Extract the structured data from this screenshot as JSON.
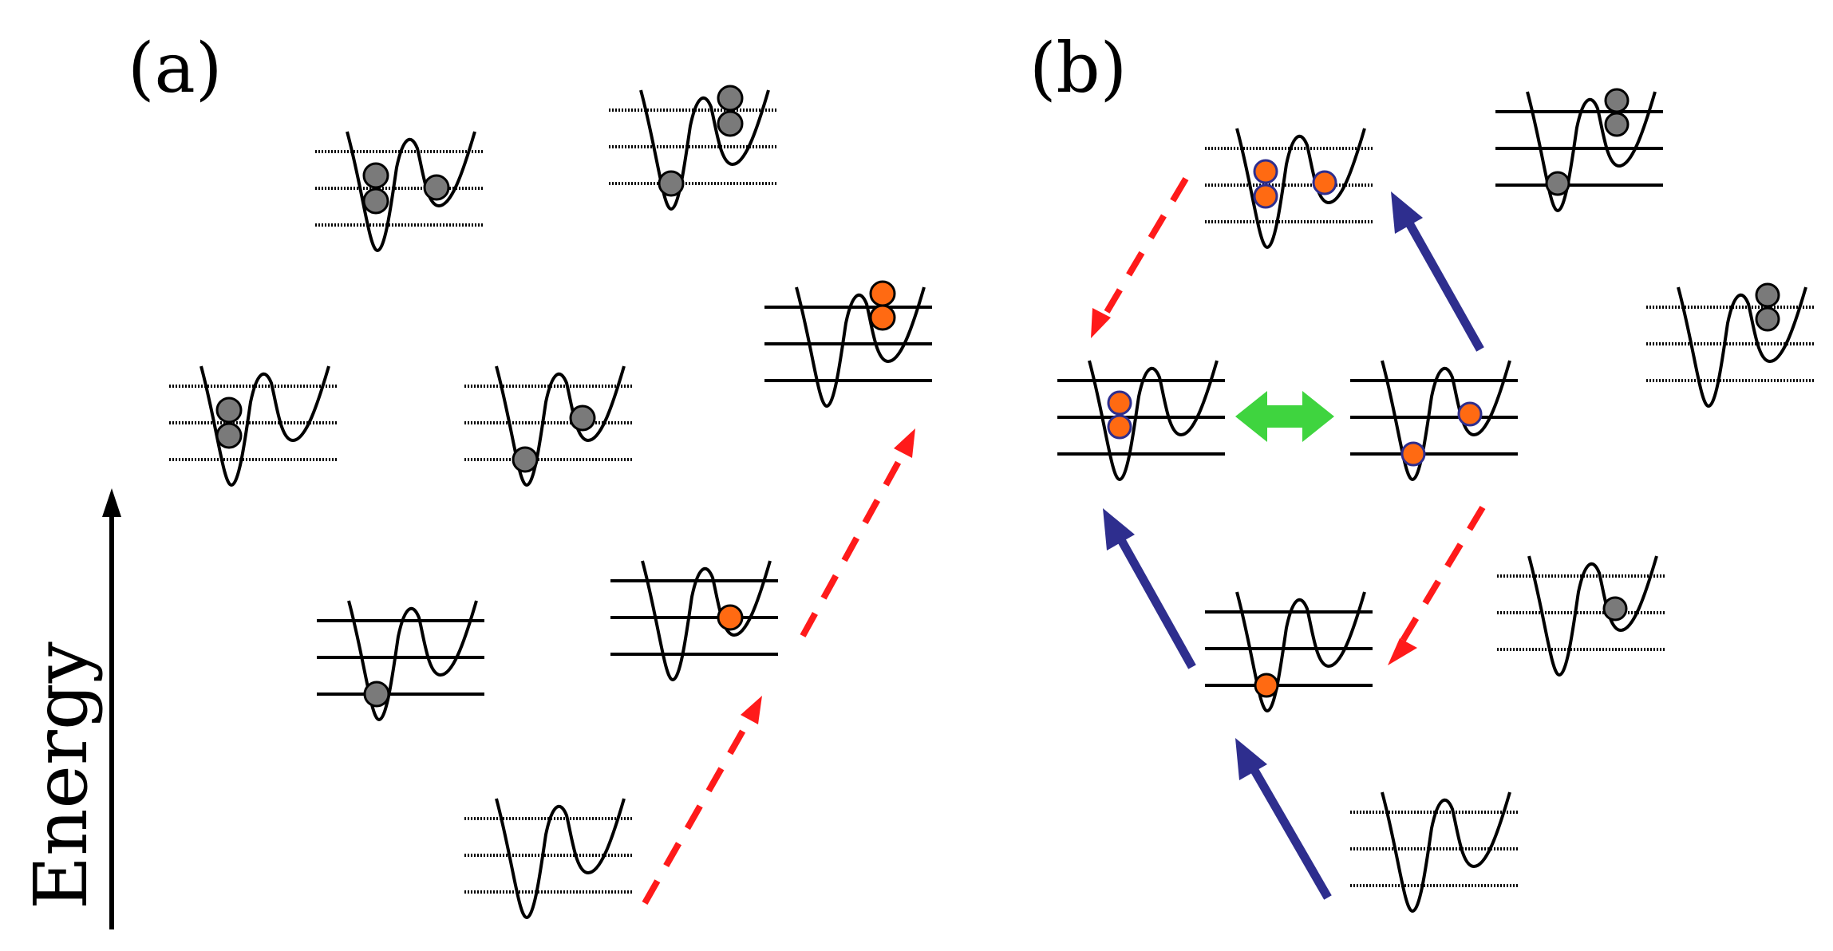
{
  "panels": {
    "a": {
      "label": "(a)"
    },
    "b": {
      "label": "(b)"
    }
  },
  "axis": {
    "label": "Energy"
  },
  "colors": {
    "gray_particle": "#7a7a7a",
    "orange_particle": "#ff6a12",
    "red_arrow": "#ff1a1a",
    "blue_arrow": "#2e2e8e",
    "green_arrow": "#3fd43f",
    "line": "#000000"
  }
}
